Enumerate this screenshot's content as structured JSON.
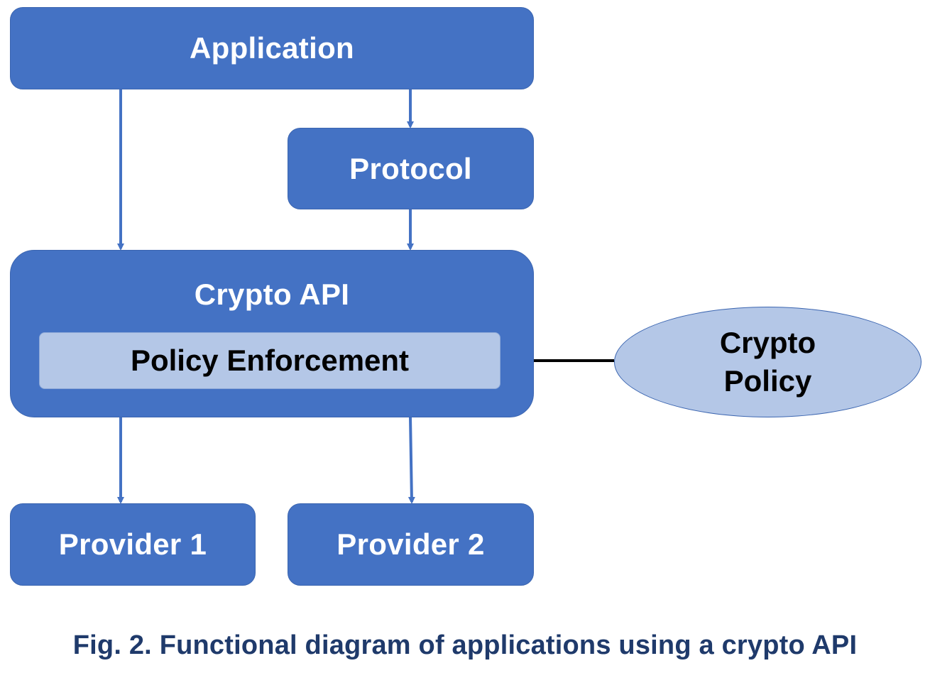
{
  "diagram": {
    "nodes": {
      "application": "Application",
      "protocol": "Protocol",
      "crypto_api": "Crypto API",
      "policy_enforcement": "Policy Enforcement",
      "crypto_policy": "Crypto Policy",
      "provider_1": "Provider 1",
      "provider_2": "Provider 2"
    },
    "edges": [
      {
        "from": "application",
        "to": "crypto_api"
      },
      {
        "from": "application",
        "to": "protocol"
      },
      {
        "from": "protocol",
        "to": "crypto_api"
      },
      {
        "from": "crypto_api",
        "to": "provider_1"
      },
      {
        "from": "crypto_api",
        "to": "provider_2"
      },
      {
        "from": "crypto_policy",
        "to": "policy_enforcement"
      }
    ],
    "colors": {
      "box_fill": "#4472c4",
      "light_fill": "#b4c7e7",
      "box_text": "#ffffff",
      "caption_text": "#1f3a6b",
      "policy_arrow": "#000000"
    }
  },
  "caption": "Fig. 2. Functional diagram of applications using a crypto API"
}
